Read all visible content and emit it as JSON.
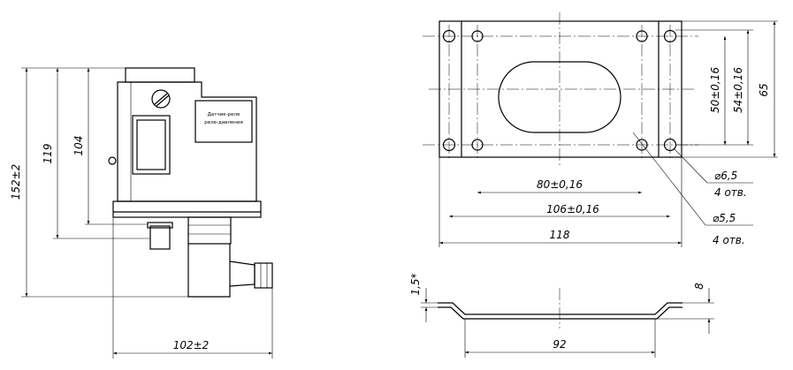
{
  "side_view": {
    "plate_text": [
      "Датчик-реле",
      "реле-давления"
    ],
    "dim_overall_height": "152±2",
    "dim_119": "119",
    "dim_104": "104",
    "dim_width": "102±2"
  },
  "plan_view": {
    "dim_50": "50±0,16",
    "dim_54": "54±0,16",
    "dim_65": "65",
    "dim_80": "80±0,16",
    "dim_106": "106±0,16",
    "dim_118": "118",
    "hole_small_dia": "⌀6,5",
    "hole_small_count": "4 отв.",
    "hole_large_dia": "⌀5,5",
    "hole_large_count": "4 отв."
  },
  "profile_view": {
    "dim_thickness": "1,5*",
    "dim_height": "8",
    "dim_length": "92"
  }
}
